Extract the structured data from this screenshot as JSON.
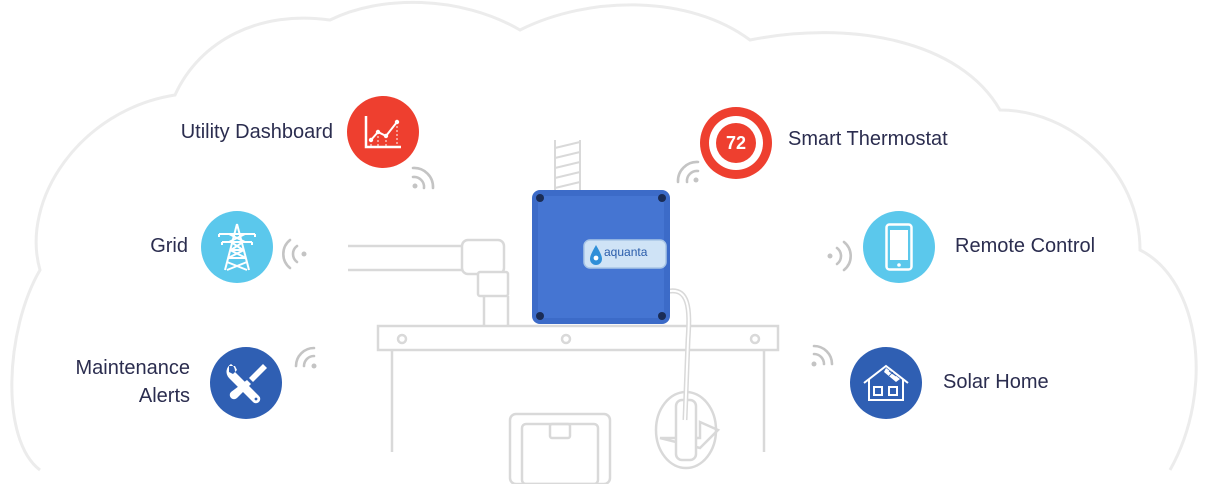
{
  "features": {
    "utility_dashboard": {
      "label": "Utility Dashboard",
      "color": "#ee3f2f",
      "icon": "line-chart-icon"
    },
    "grid": {
      "label": "Grid",
      "color": "#5bc8ec",
      "icon": "power-tower-icon"
    },
    "maintenance_alerts": {
      "label_line1": "Maintenance",
      "label_line2": "Alerts",
      "color": "#2f5fb3",
      "icon": "wrench-screwdriver-icon"
    },
    "smart_thermostat": {
      "label": "Smart Thermostat",
      "value": "72",
      "color": "#ee3f2f",
      "icon": "thermostat-icon"
    },
    "remote_control": {
      "label": "Remote Control",
      "color": "#5bc8ec",
      "icon": "smartphone-icon"
    },
    "solar_home": {
      "label": "Solar Home",
      "color": "#2f5fb3",
      "icon": "solar-house-icon"
    }
  },
  "device": {
    "brand": "aquanta",
    "color": "#3f6fca"
  },
  "colors": {
    "outline": "#d9d9d9",
    "text": "#2b2d4f",
    "wave": "#bdbdbd"
  }
}
